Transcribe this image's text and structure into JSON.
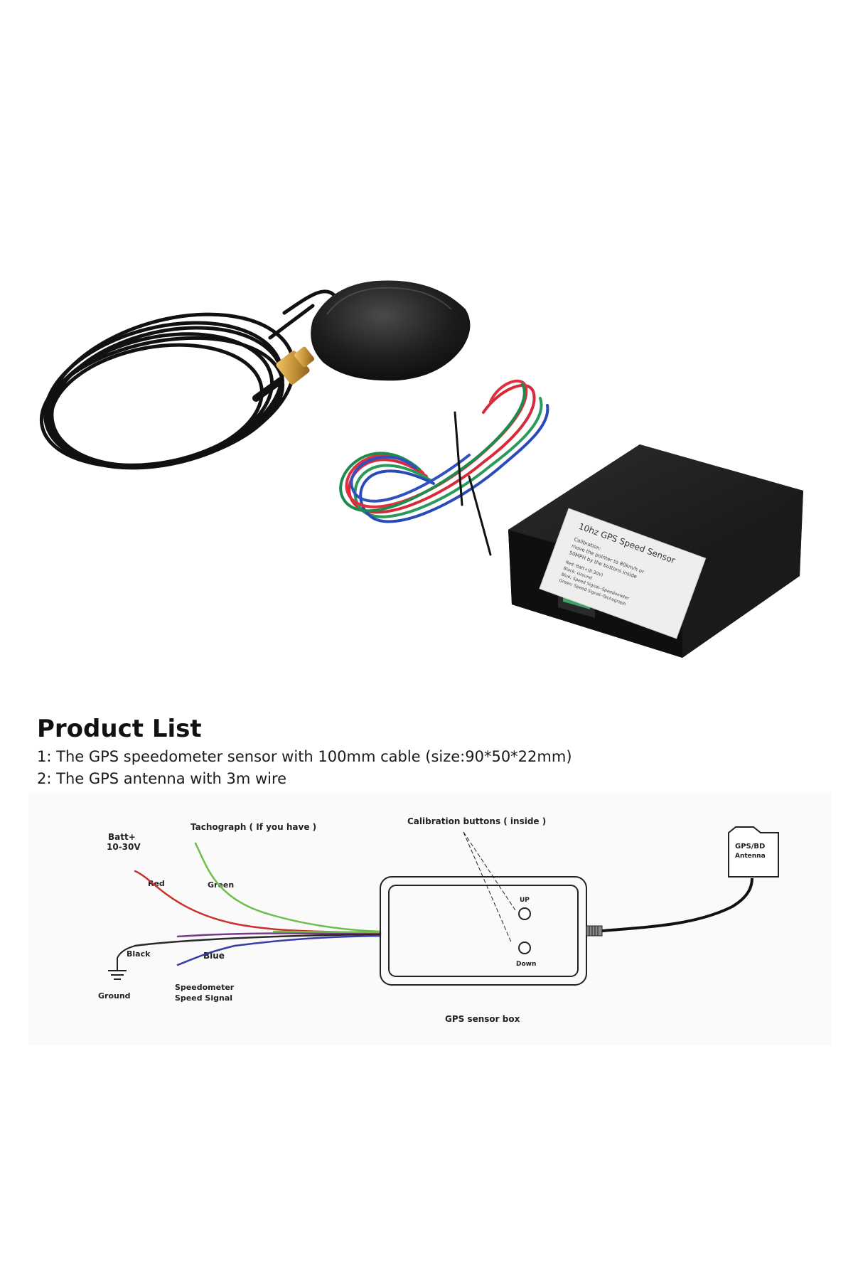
{
  "photo": {
    "sensor_label": {
      "title": "10hz GPS Speed Sensor",
      "line1": "Calibration:",
      "line2": "move the pointer to 80km/h or",
      "line3": "50MPH by the buttons inside",
      "line4": "Red:   Batt+(8-30V)",
      "line5": "Black:  Ground",
      "line6": "Blue:   Speed Signal--Speedometer",
      "line7": "Green:  Speed Signal--Tachograph"
    }
  },
  "product_list": {
    "heading": "Product List",
    "items": [
      "1: The GPS speedometer sensor with 100mm cable (size:90*50*22mm)",
      "2: The GPS antenna with 3m wire"
    ]
  },
  "diagram": {
    "batt_line1": "Batt+",
    "batt_line2": "10-30V",
    "tachograph": "Tachograph ( If you have )",
    "calibration": "Calibration buttons ( inside )",
    "antenna_line1": "GPS/BD",
    "antenna_line2": "Antenna",
    "red": "Red",
    "green": "Green",
    "up": "UP",
    "down": "Down",
    "black": "Black",
    "blue": "Blue",
    "ground": "Ground",
    "speedo_line1": "Speedometer",
    "speedo_line2": "Speed Signal",
    "box_caption": "GPS sensor box",
    "colors": {
      "red_wire": "#c8302a",
      "green_wire": "#6cbf4a",
      "blue_wire": "#3a3aa8",
      "black_wire": "#2a2a2a",
      "purple_wire": "#7a3a8a"
    }
  }
}
